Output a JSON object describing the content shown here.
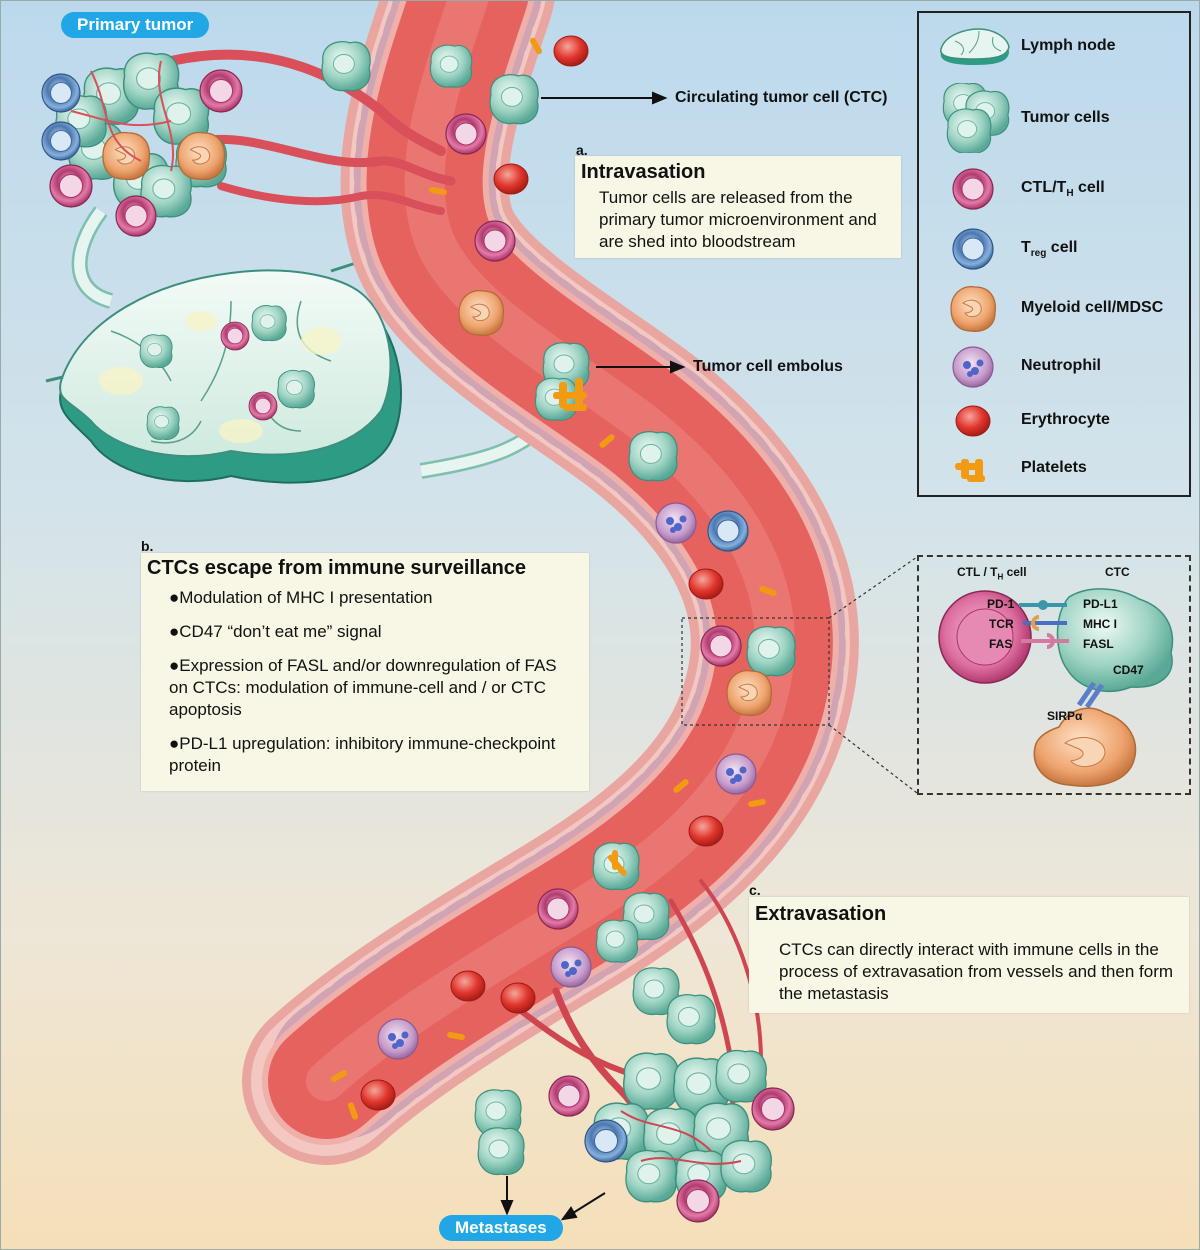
{
  "labels": {
    "primary_tumor": "Primary tumor",
    "metastases": "Metastases",
    "ctc": "Circulating tumor cell (CTC)",
    "embolus": "Tumor cell embolus"
  },
  "panel_a": {
    "letter": "a.",
    "title": "Intravasation",
    "text": "Tumor cells are released from the primary tumor microenvironment and are shed into bloodstream"
  },
  "panel_b": {
    "letter": "b.",
    "title": "CTCs escape from immune surveillance",
    "items": [
      "●Modulation of MHC I presentation",
      "●CD47 “don’t eat me” signal",
      "●Expression of FASL and/or downregulation of FAS on CTCs: modulation of immune-cell and / or CTC apoptosis",
      "●PD-L1 upregulation: inhibitory immune-checkpoint protein"
    ]
  },
  "panel_c": {
    "letter": "c.",
    "title": "Extravasation",
    "text": "CTCs  can directly interact with immune cells in the process of extravasation from vessels and then form the metastasis"
  },
  "legend": [
    {
      "label": "Lymph node",
      "icon": "lymph-node-icon"
    },
    {
      "label": "Tumor cells",
      "icon": "tumor-cells-icon"
    },
    {
      "label": "CTL/TH cell",
      "icon": "ctl-cell-icon"
    },
    {
      "label": "Treg cell",
      "icon": "treg-cell-icon"
    },
    {
      "label": "Myeloid cell/MDSC",
      "icon": "myeloid-cell-icon"
    },
    {
      "label": "Neutrophil",
      "icon": "neutrophil-icon"
    },
    {
      "label": "Erythrocyte",
      "icon": "erythrocyte-icon"
    },
    {
      "label": "Platelets",
      "icon": "platelets-icon"
    }
  ],
  "inset": {
    "left_cell": "CTL / TH cell",
    "right_cell": "CTC",
    "left_receptors": [
      "PD-1",
      "TCR",
      "FAS"
    ],
    "right_ligands": [
      "PD-L1",
      "MHC I",
      "FASL"
    ],
    "cd47": "CD47",
    "sirp": "SIRPα"
  },
  "colors": {
    "vessel": "#e8666a",
    "vessel_wall": "#f2b3ad",
    "tumor_cell": "#9fd4c4",
    "ctl": "#d9558f",
    "treg": "#6e9ed1",
    "myeloid": "#eea46e",
    "neutrophil": "#c59acb",
    "erythrocyte": "#e0352c",
    "platelet": "#f29a12",
    "label_pill": "#21a7e6"
  }
}
